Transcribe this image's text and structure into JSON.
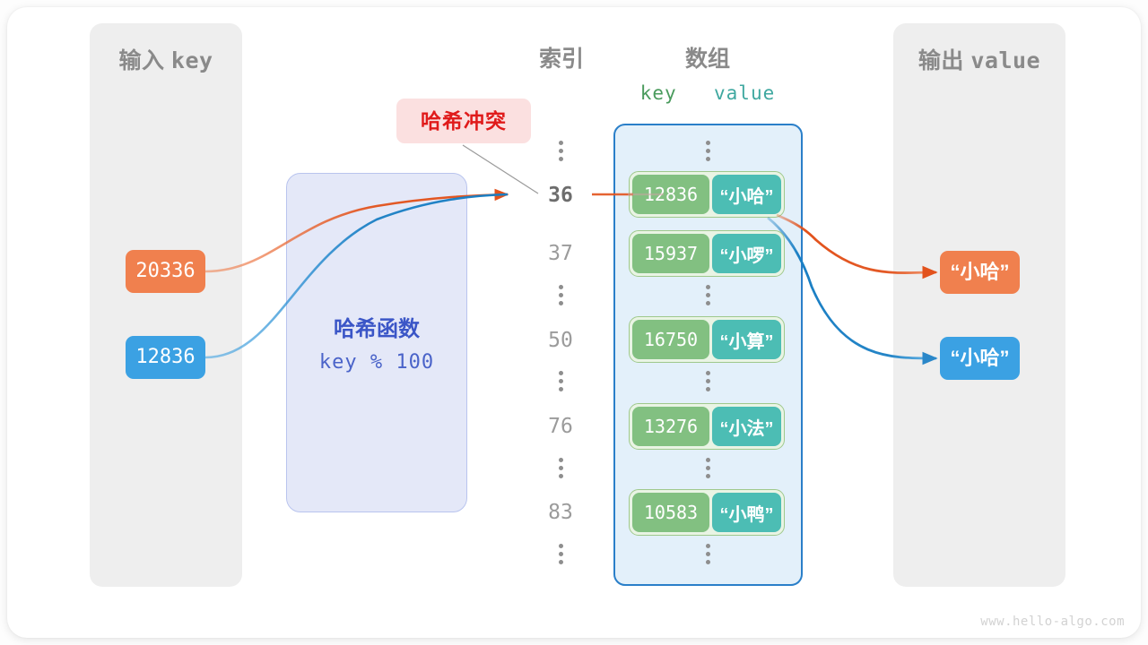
{
  "diagram": {
    "title": "hash-collision-diagram",
    "watermark": "www.hello-algo.com"
  },
  "colors": {
    "orange": "#f0804e",
    "orange_wire": "#e2521c",
    "blue": "#3ba1e3",
    "blue_wire": "#1a7fc4",
    "green_key": "#82c081",
    "teal_value": "#4cbdb4",
    "array_border": "#2a7fc9",
    "array_fill": "#e3f0fa",
    "hash_fill": "#e4e8f8",
    "hash_border": "#b9c4ee",
    "hash_text": "#3b56c7",
    "panel_fill": "#eeeeee",
    "collision_red": "#e01b1b",
    "collision_bg": "#fbe0e0",
    "index_gray": "#9b9b9b",
    "index_gray_bold": "#6d6d6d"
  },
  "input_panel": {
    "title_cjk": "输入",
    "title_mono": "key",
    "keys": [
      {
        "label": "20336",
        "color": "orange"
      },
      {
        "label": "12836",
        "color": "blue"
      }
    ]
  },
  "hash_function": {
    "title": "哈希函数",
    "formula": "key % 100"
  },
  "collision": {
    "label": "哈希冲突"
  },
  "headers": {
    "index": "索引",
    "array": "数组",
    "key": "key",
    "value": "value"
  },
  "array": {
    "rows": [
      {
        "type": "dots"
      },
      {
        "type": "entry",
        "index": "36",
        "index_highlight": true,
        "key": "12836",
        "value": "“小哈”"
      },
      {
        "type": "entry",
        "index": "37",
        "index_highlight": false,
        "key": "15937",
        "value": "“小啰”"
      },
      {
        "type": "dots"
      },
      {
        "type": "entry",
        "index": "50",
        "index_highlight": false,
        "key": "16750",
        "value": "“小算”"
      },
      {
        "type": "dots"
      },
      {
        "type": "entry",
        "index": "76",
        "index_highlight": false,
        "key": "13276",
        "value": "“小法”"
      },
      {
        "type": "dots"
      },
      {
        "type": "entry",
        "index": "83",
        "index_highlight": false,
        "key": "10583",
        "value": "“小鸭”"
      },
      {
        "type": "dots"
      }
    ]
  },
  "output_panel": {
    "title_cjk": "输出",
    "title_mono": "value",
    "values": [
      {
        "label": "“小哈”",
        "color": "orange"
      },
      {
        "label": "“小哈”",
        "color": "blue"
      }
    ]
  }
}
